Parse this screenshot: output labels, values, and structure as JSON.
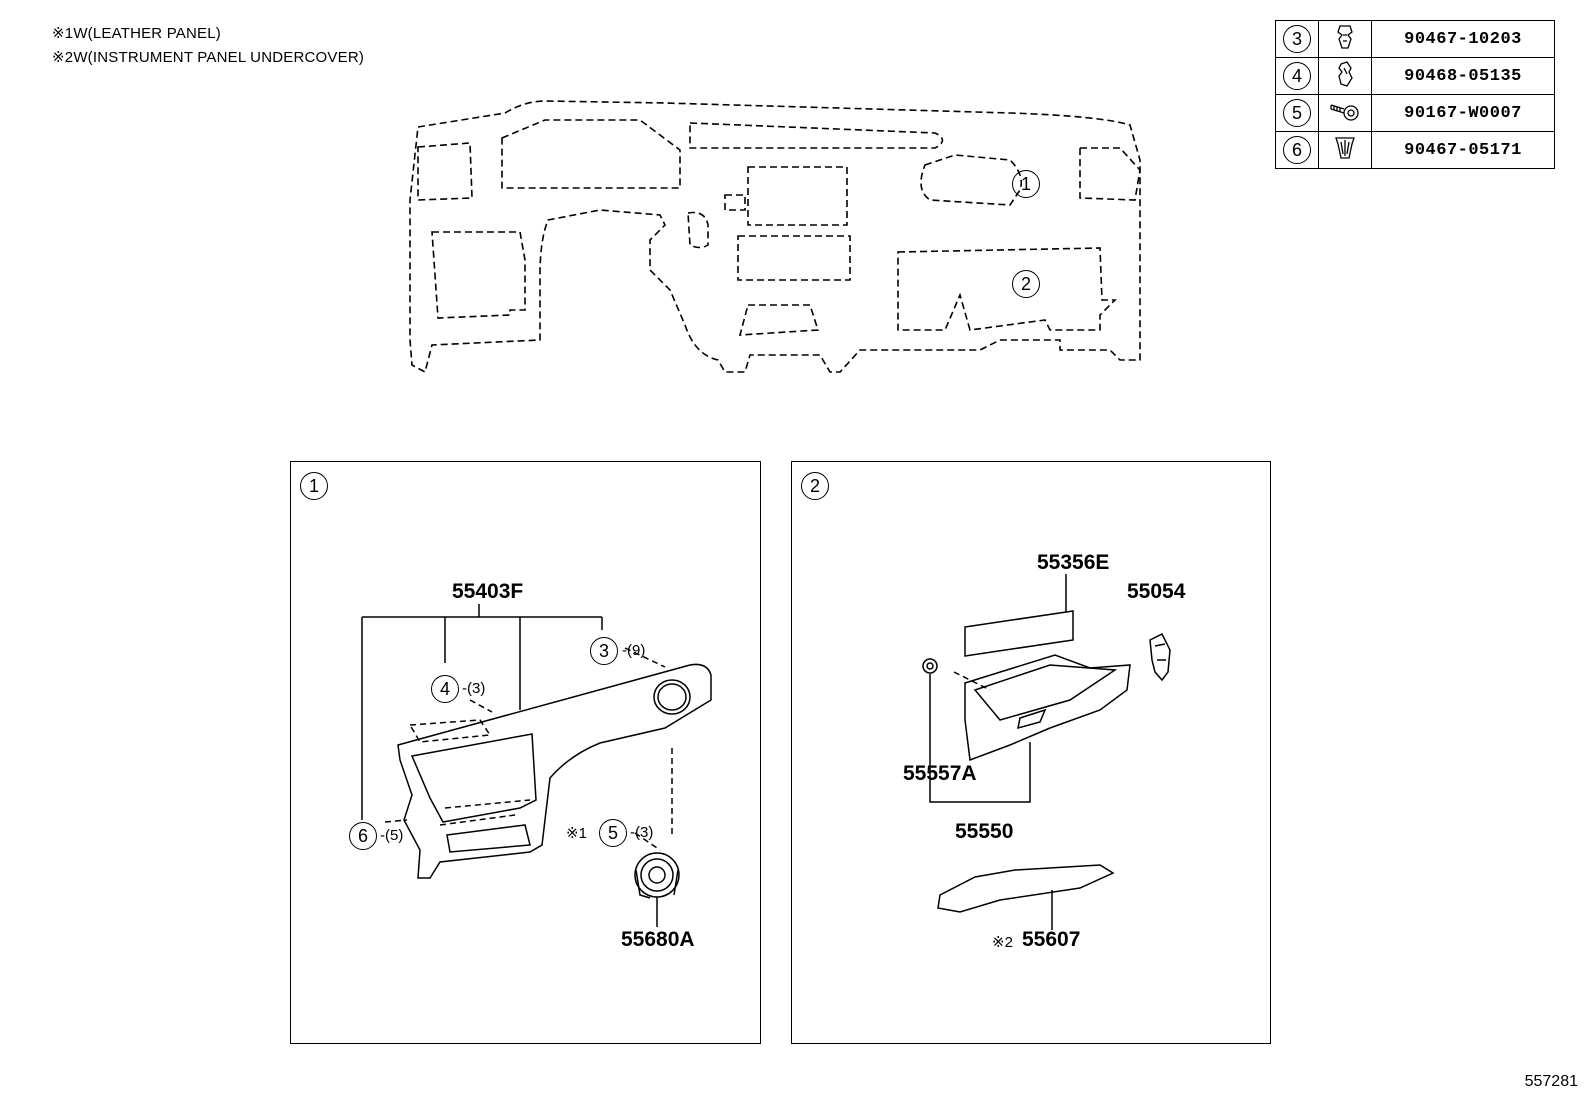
{
  "notes": [
    {
      "mark": "※1",
      "text": "W(LEATHER PANEL)"
    },
    {
      "mark": "※2",
      "text": "W(INSTRUMENT PANEL UNDERCOVER)"
    }
  ],
  "overview": {
    "callouts": [
      "1",
      "2"
    ]
  },
  "parts_table": [
    {
      "ref": "3",
      "icon": "clip-icon",
      "part_number": "90467-10203"
    },
    {
      "ref": "4",
      "icon": "clip-icon",
      "part_number": "90468-05135"
    },
    {
      "ref": "5",
      "icon": "screw-icon",
      "part_number": "90167-W0007"
    },
    {
      "ref": "6",
      "icon": "fastener-clip-icon",
      "part_number": "90467-05171"
    }
  ],
  "panel_1": {
    "number": "1",
    "labels": {
      "main_part": "55403F",
      "speaker_part": "55680A",
      "ref3": "3",
      "ref3_qty": "-(9)",
      "ref4": "4",
      "ref4_qty": "-(3)",
      "ref5": "5",
      "ref5_qty": "-(3)",
      "ref5_mark": "※1",
      "ref6": "6",
      "ref6_qty": "-(5)"
    }
  },
  "panel_2": {
    "number": "2",
    "labels": {
      "pad_part": "55356E",
      "latch_part": "55054",
      "stopper_part": "55557A",
      "glovebox_part": "55550",
      "undercover_part": "55607",
      "undercover_mark": "※2"
    }
  },
  "diagram_id": "557281"
}
